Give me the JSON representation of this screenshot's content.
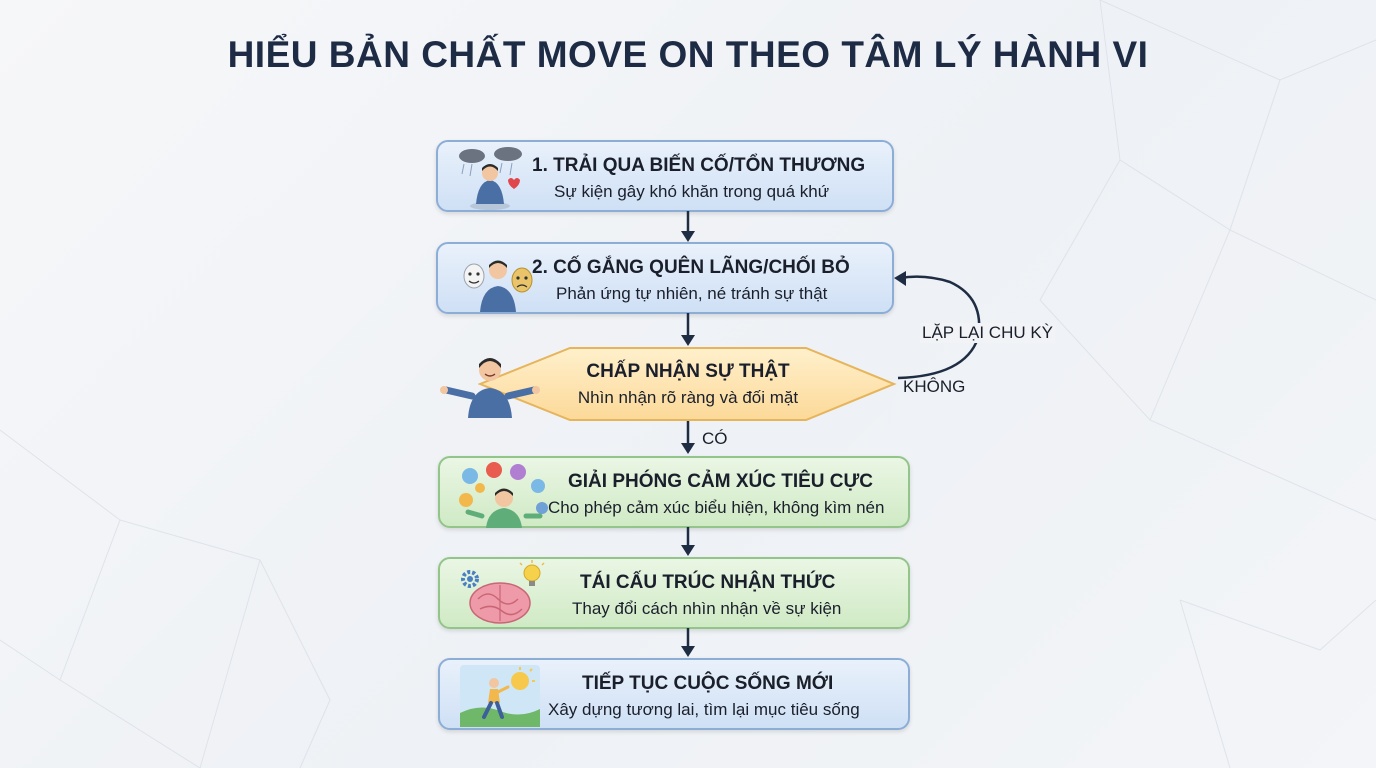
{
  "title": "HIỂU BẢN CHẤT MOVE ON THEO TÂM LÝ HÀNH VI",
  "steps": [
    {
      "title": "1. TRẢI QUA BIẾN CỐ/TỔN THƯƠNG",
      "subtitle": "Sự kiện gây khó khăn trong quá khứ",
      "illustration": "distressed-person-icon"
    },
    {
      "title": "2. CỐ GẮNG QUÊN LÃNG/CHỐI BỎ",
      "subtitle": "Phản ứng tự nhiên, né tránh sự thật",
      "illustration": "masks-person-icon"
    },
    {
      "title": "CHẤP NHẬN SỰ THẬT",
      "subtitle": "Nhìn nhận rõ ràng và đối mặt",
      "illustration": "open-arms-person-icon"
    },
    {
      "title": "GIẢI PHÓNG CẢM XÚC TIÊU CỰC",
      "subtitle": "Cho phép cảm xúc biểu hiện, không kìm nén",
      "illustration": "emotions-person-icon"
    },
    {
      "title": "TÁI CẤU TRÚC NHẬN THỨC",
      "subtitle": "Thay đổi cách nhìn nhận về sự kiện",
      "illustration": "brain-gears-icon"
    },
    {
      "title": "TIẾP TỤC CUỘC SỐNG MỚI",
      "subtitle": "Xây dựng tương lai, tìm lại mục tiêu sống",
      "illustration": "walking-sunrise-icon"
    }
  ],
  "labels": {
    "loop": "LẶP LẠI CHU KỲ",
    "no": "KHÔNG",
    "yes": "CÓ"
  },
  "colors": {
    "blue_box": "#cfe0f5",
    "green_box": "#d0eac5",
    "diamond": "#fde2a8",
    "arrow": "#1f2d44",
    "title": "#1d2b45"
  }
}
